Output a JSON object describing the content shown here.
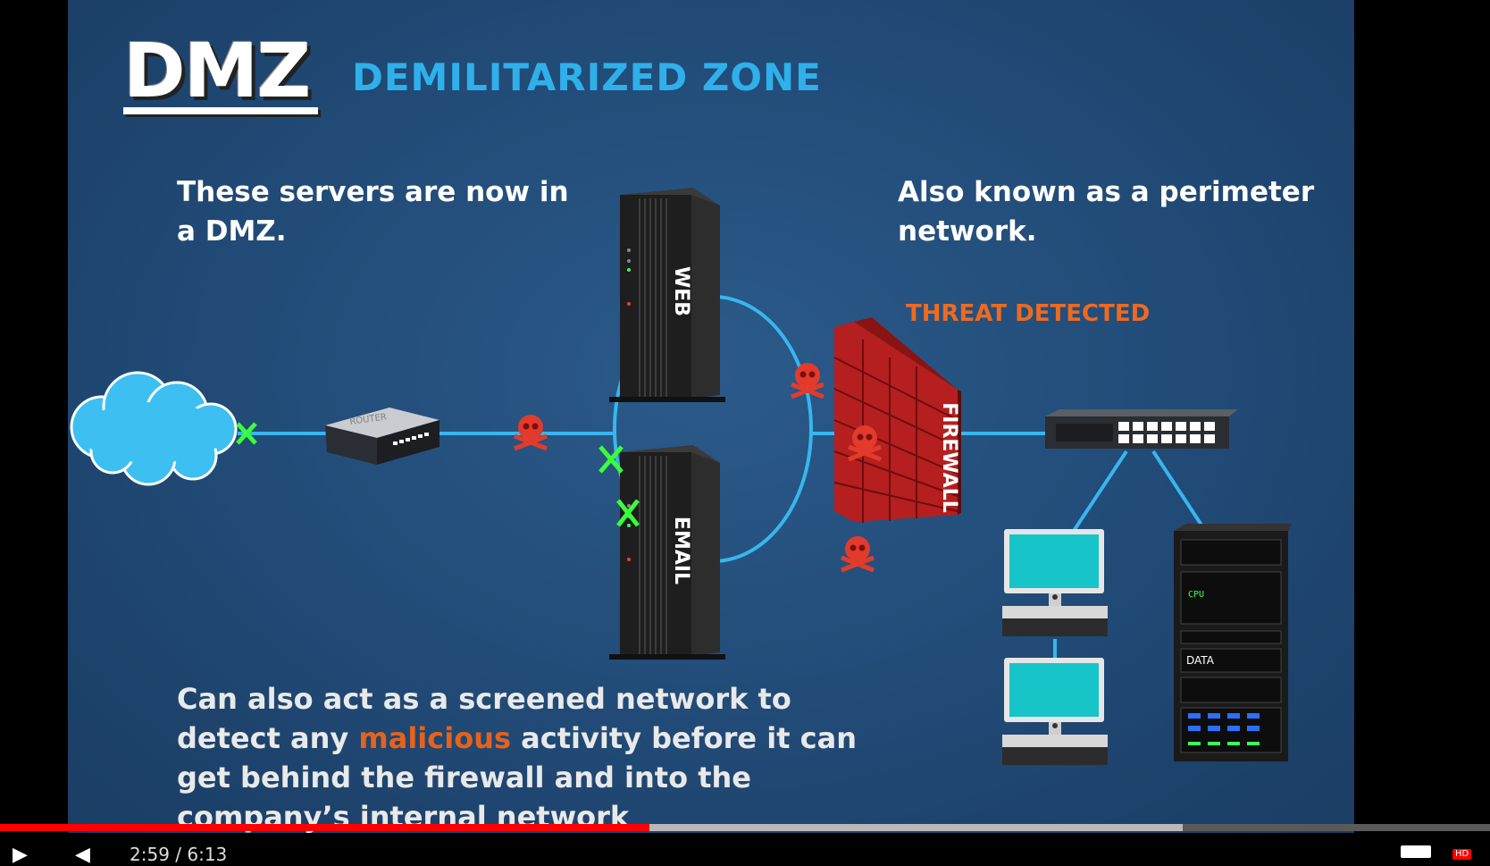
{
  "slide": {
    "logo_text": "DMZ",
    "subtitle": "DEMILITARIZED ZONE",
    "text_left": "These servers are now in a DMZ.",
    "text_right": "Also known as a perimeter network.",
    "threat_label": "THREAT DETECTED",
    "bottom_text_before": "Can also act as a screened network to detect any ",
    "bottom_text_highlight": "malicious",
    "bottom_text_after": " activity before it can get behind the firewall and into the company’s internal network",
    "router_label": "ROUTER",
    "web_server_label": "WEB",
    "email_server_label": "EMAIL",
    "firewall_label": "FIREWALL",
    "rack_label_cpu": "CPU",
    "rack_label_data": "DATA"
  },
  "player": {
    "time_display": "2:59 / 6:13",
    "progress_percent": 43.6,
    "buffer_percent": 79.4,
    "hd_badge": "HD"
  },
  "colors": {
    "slide_bg": "#214a76",
    "accent_blue": "#2fb0ea",
    "threat_orange": "#ee6a20",
    "progress_red": "#ff0000"
  }
}
